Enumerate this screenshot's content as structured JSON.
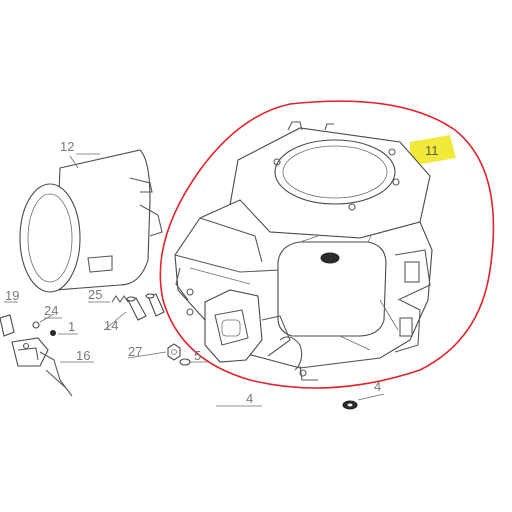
{
  "diagram": {
    "part_labels": {
      "p12": "12",
      "p11": "11",
      "p19": "19",
      "p24": "24",
      "p25": "25",
      "p1": "1",
      "p14": "14",
      "p16": "16",
      "p27": "27",
      "p5": "5",
      "p4a": "4",
      "p4b": "4"
    },
    "colors": {
      "highlight_circle": "#e0242c",
      "highlight_marker": "#f2ea3a",
      "line_art": "#4a4a4a"
    }
  }
}
